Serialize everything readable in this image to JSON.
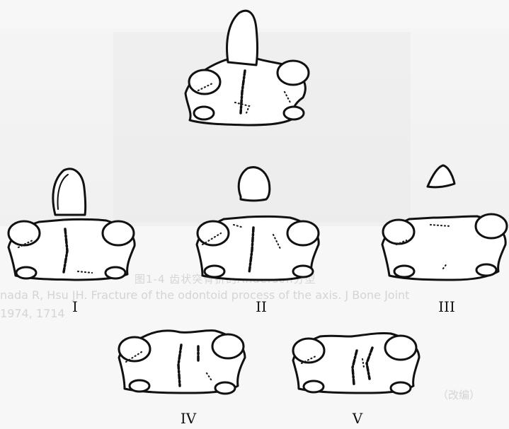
{
  "labels": {
    "type1": "I",
    "type2": "II",
    "type3": "III",
    "type4": "IV",
    "type5": "V"
  },
  "ghost_text": {
    "caption": "图1-4  齿状突骨折的Anderson分型",
    "ref_line1": "nada R, Hsu JH. Fracture of the odontoid process of the axis. J Bone Joint",
    "ref_line2": "1974, 1714",
    "chinese_note": "（改编）"
  },
  "colors": {
    "ink": "#111111",
    "paper": "#f7f7f7"
  }
}
